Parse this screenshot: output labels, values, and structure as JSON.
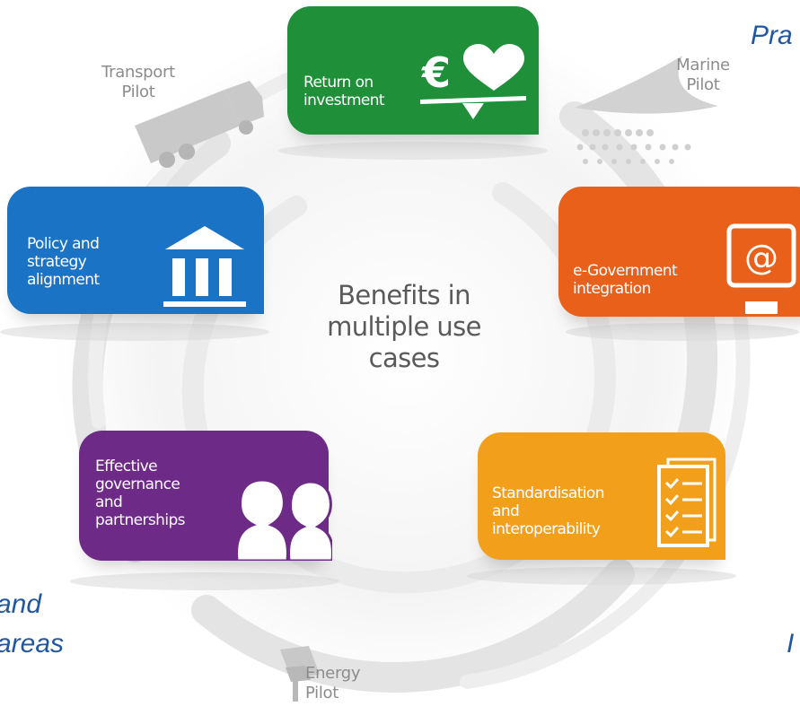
{
  "center_title": "Benefits in\nmultiple use\ncases",
  "tiles": [
    {
      "id": "return",
      "label": "Return on\ninvestment",
      "color": "#1f8f3a",
      "icon": "euro-heart-balance-icon"
    },
    {
      "id": "egov",
      "label": "e-Government\nintegration",
      "color": "#e8601a",
      "icon": "at-computer-icon"
    },
    {
      "id": "standard",
      "label": "Standardisation\nand\ninteroperability",
      "color": "#f2a01c",
      "icon": "checklist-icon"
    },
    {
      "id": "governance",
      "label": "Effective\ngovernance\nand\npartnerships",
      "color": "#6e2a87",
      "icon": "people-icon"
    },
    {
      "id": "policy",
      "label": "Policy and\nstrategy\nalignment",
      "color": "#1a73c4",
      "icon": "government-building-icon"
    }
  ],
  "pilots": {
    "transport": "Transport\nPilot",
    "marine": "Marine\nPilot",
    "energy": "Energy\nPilot"
  },
  "edge_text": {
    "top_right": "Pra",
    "bottom_left_line1": "and",
    "bottom_left_line2": "areas",
    "bottom_right": "I"
  }
}
